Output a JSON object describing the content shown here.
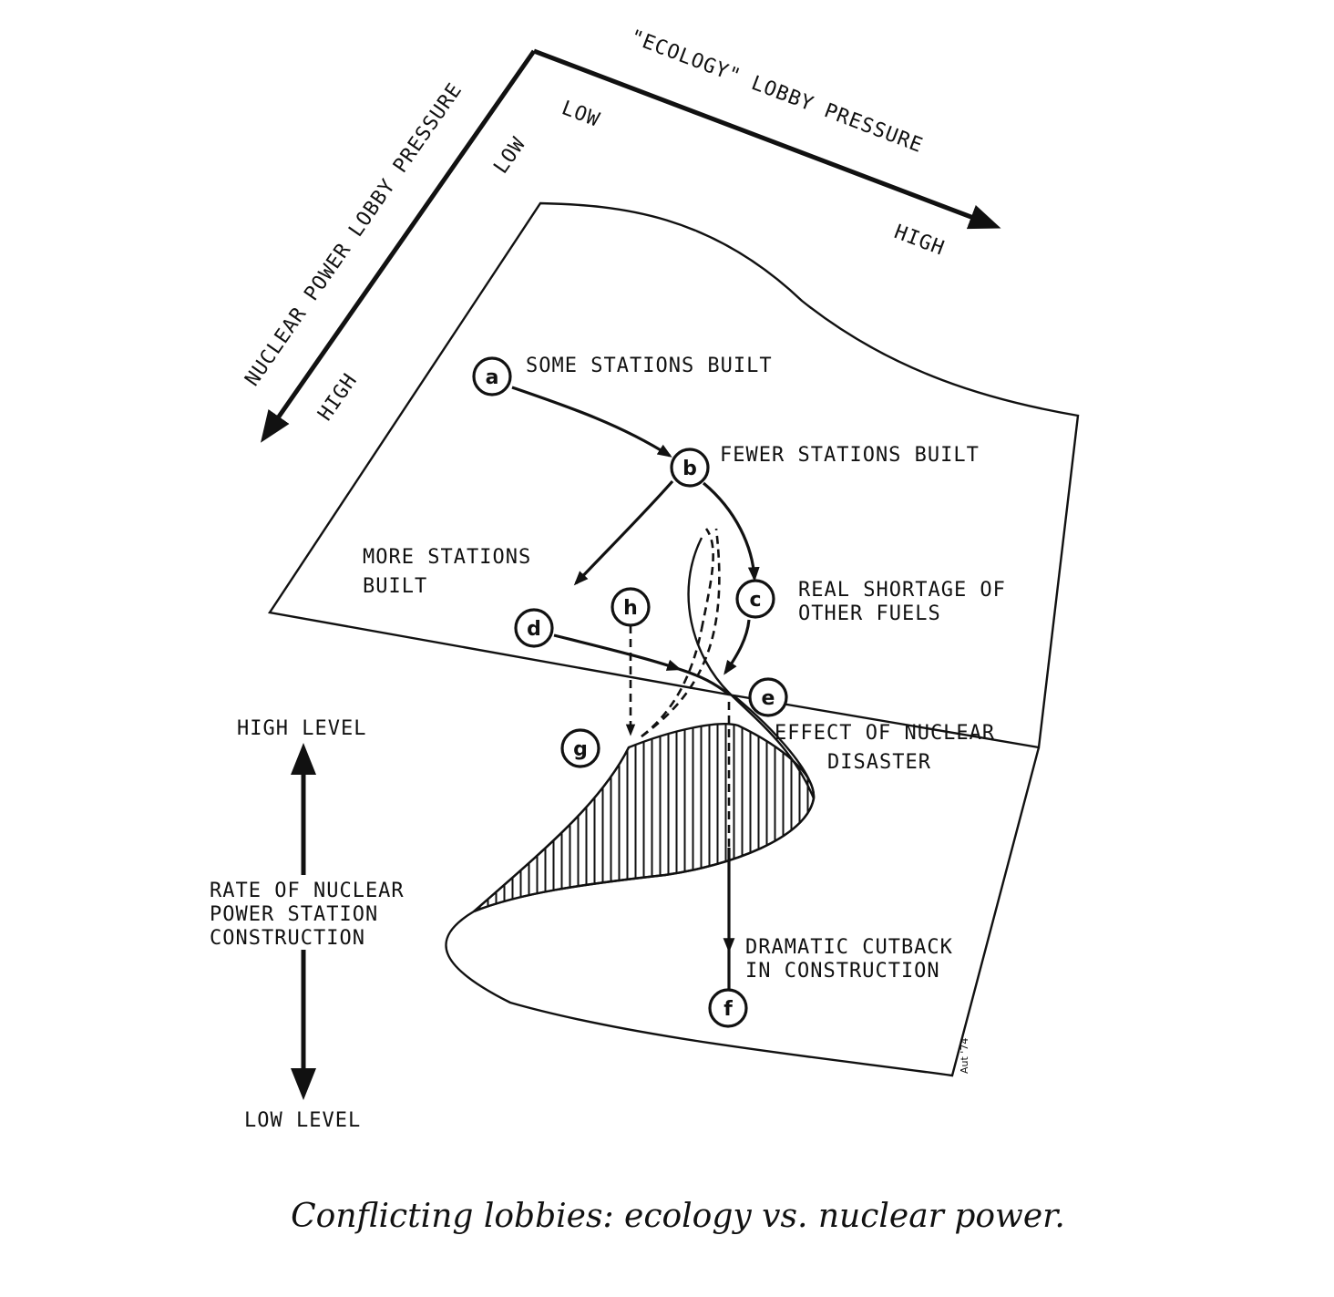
{
  "axes": {
    "ecology": {
      "label": "\"ECOLOGY\" LOBBY PRESSURE",
      "low": "LOW",
      "high": "HIGH"
    },
    "nuclear": {
      "label": "NUCLEAR POWER LOBBY PRESSURE",
      "low": "LOW",
      "high": "HIGH"
    },
    "rate": {
      "high": "HIGH LEVEL",
      "line1": "RATE OF NUCLEAR",
      "line2": "POWER STATION",
      "line3": "CONSTRUCTION",
      "low": "LOW LEVEL"
    }
  },
  "nodes": {
    "a": {
      "letter": "a",
      "label": "SOME STATIONS BUILT"
    },
    "b": {
      "letter": "b",
      "label": "FEWER STATIONS BUILT"
    },
    "c": {
      "letter": "c",
      "label1": "REAL SHORTAGE OF",
      "label2": "OTHER FUELS"
    },
    "d": {
      "letter": "d",
      "label1": "MORE STATIONS",
      "label2": "BUILT"
    },
    "e": {
      "letter": "e",
      "label1": "EFFECT OF NUCLEAR",
      "label2": "DISASTER"
    },
    "f": {
      "letter": "f",
      "label1": "DRAMATIC CUTBACK",
      "label2": "IN CONSTRUCTION"
    },
    "g": {
      "letter": "g"
    },
    "h": {
      "letter": "h"
    }
  },
  "signature": "Aut '74",
  "caption": "Conflicting lobbies: ecology vs. nuclear power.",
  "colors": {
    "ink": "#111111",
    "background": "#ffffff"
  }
}
